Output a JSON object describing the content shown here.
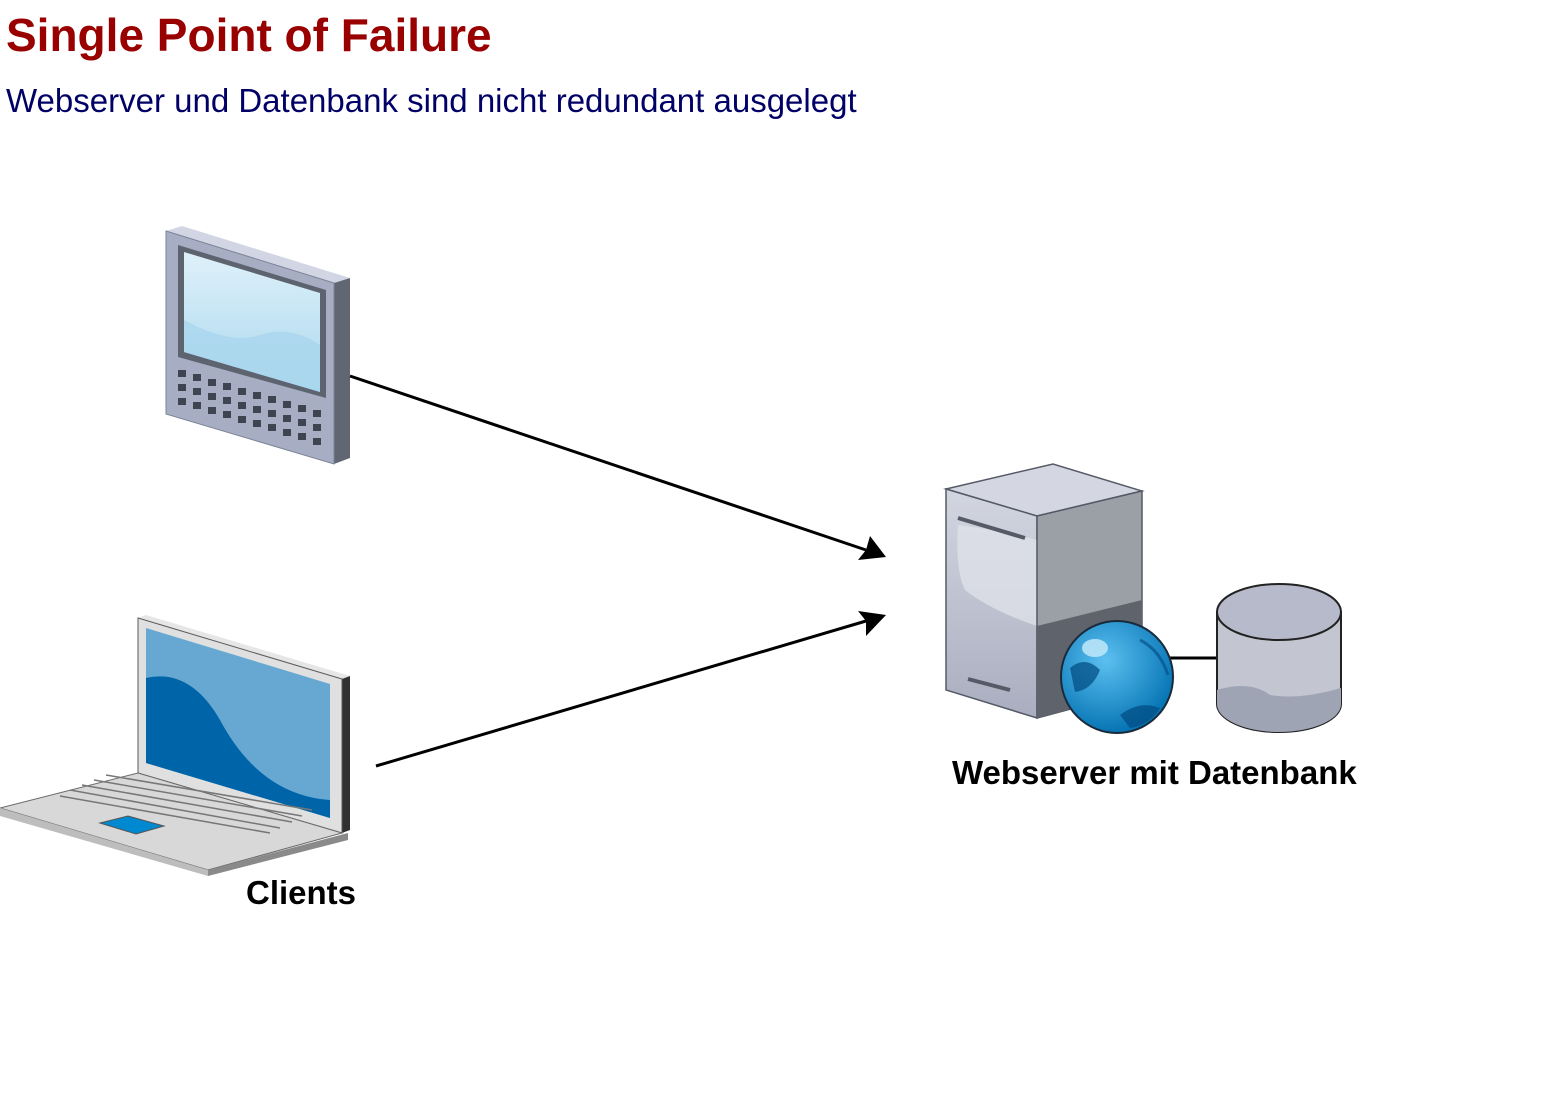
{
  "header": {
    "title": "Single Point of Failure",
    "subtitle": "Webserver und Datenbank sind nicht redundant ausgelegt"
  },
  "nodes": {
    "clients_label": "Clients",
    "server_label": "Webserver mit Datenbank"
  },
  "colors": {
    "title": "#990000",
    "subtitle": "#000066",
    "edge": "#000000",
    "device_frame": "#a7aec4",
    "screen_light": "#cde8f6",
    "laptop_screen": "#0064a8",
    "server_body": "#c9ccd6",
    "globe": "#0088d0",
    "database": "#bfc2cc"
  },
  "icons": [
    "tablet-icon",
    "laptop-icon",
    "server-icon",
    "globe-icon",
    "database-icon"
  ]
}
